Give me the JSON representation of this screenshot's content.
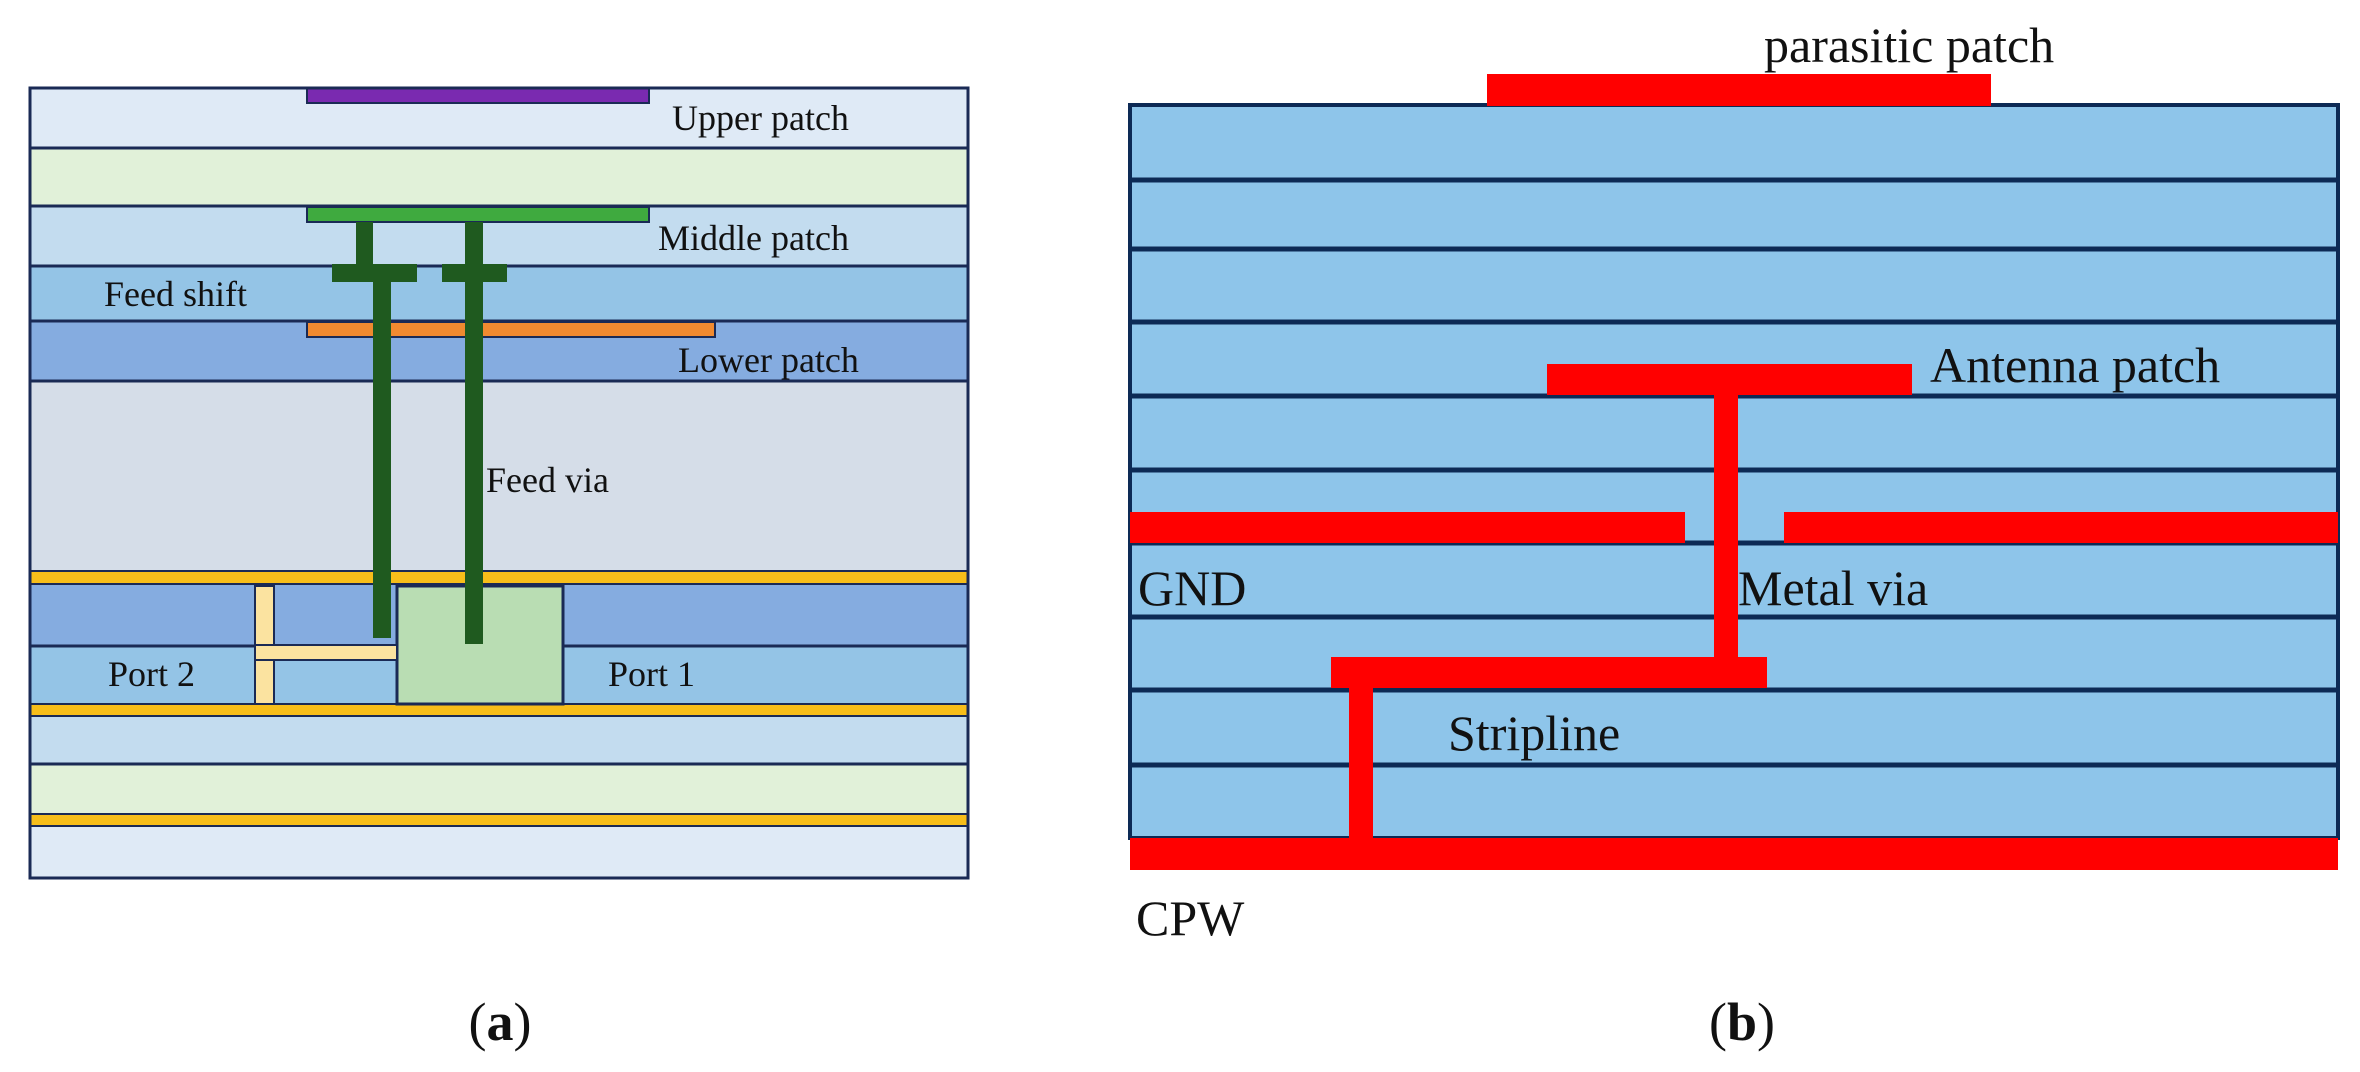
{
  "panel_a": {
    "labels": {
      "upper_patch": "Upper patch",
      "middle_patch": "Middle patch",
      "feed_shift": "Feed shift",
      "lower_patch": "Lower patch",
      "feed_via": "Feed via",
      "port_2": "Port 2",
      "port_1": "Port 1"
    },
    "caption": {
      "open": "(",
      "letter": "a",
      "close": ")"
    },
    "colors": {
      "outline": "#1a2a55",
      "upper_patch": "#7a2ab0",
      "middle_patch": "#3faa3f",
      "lower_patch": "#f08a30",
      "feed_via": "#1f5a1f",
      "ground_strip": "#f7be1a",
      "port_strip": "#fbe3a0",
      "port_box": "#b9ddb3",
      "layer_pale_blue": "#dfeaf6",
      "layer_pale_green": "#e1f1d9",
      "layer_light_blue": "#c3dcef",
      "layer_mid_blue": "#94c4e6",
      "layer_dark_blue": "#85ace0",
      "layer_grey": "#d5dde8"
    }
  },
  "panel_b": {
    "labels": {
      "parasitic_patch": "parasitic patch",
      "antenna_patch": "Antenna patch",
      "gnd": "GND",
      "metal_via": "Metal via",
      "stripline": "Stripline",
      "cpw": "CPW"
    },
    "caption": {
      "open": "(",
      "letter": "b",
      "close": ")"
    },
    "colors": {
      "substrate": "#8ec5ea",
      "layer_line": "#0d2a55",
      "metal": "#ff0000"
    }
  }
}
